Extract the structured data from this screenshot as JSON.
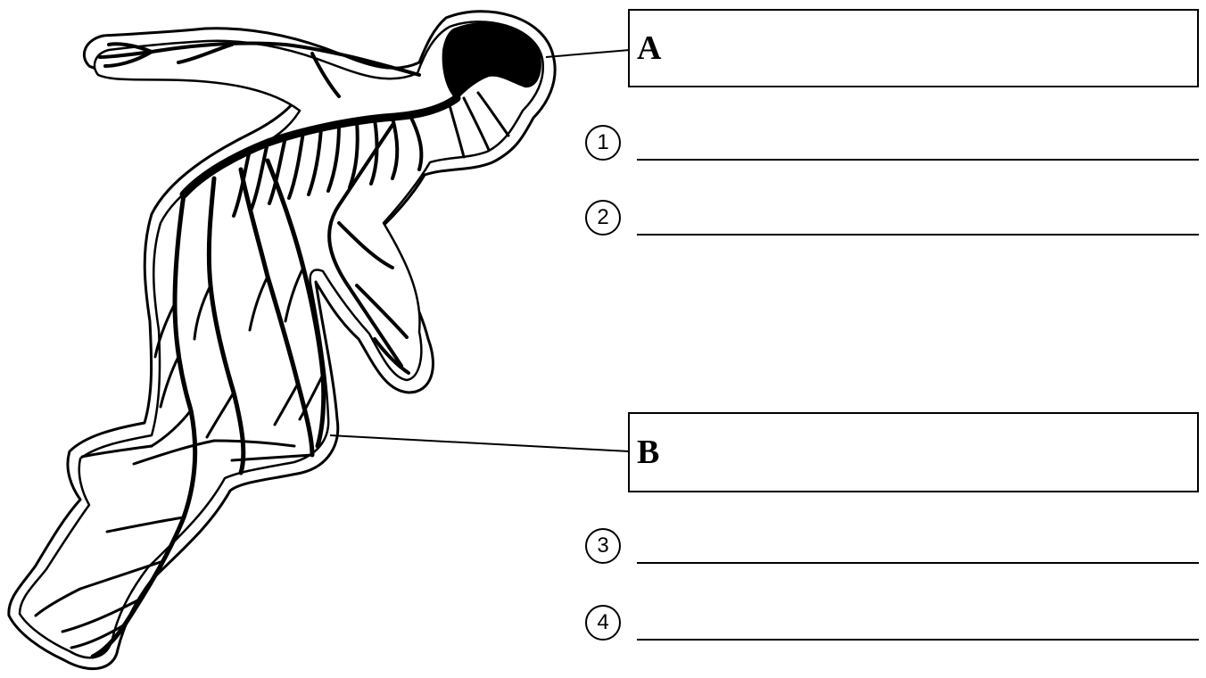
{
  "labels": {
    "A": {
      "letter": "A",
      "answers": [
        "1",
        "2"
      ]
    },
    "B": {
      "letter": "B",
      "answers": [
        "3",
        "4"
      ]
    }
  },
  "colors": {
    "ink": "#000000",
    "paper": "#ffffff"
  },
  "figure": {
    "icon": "human-nervous-system-figure"
  }
}
